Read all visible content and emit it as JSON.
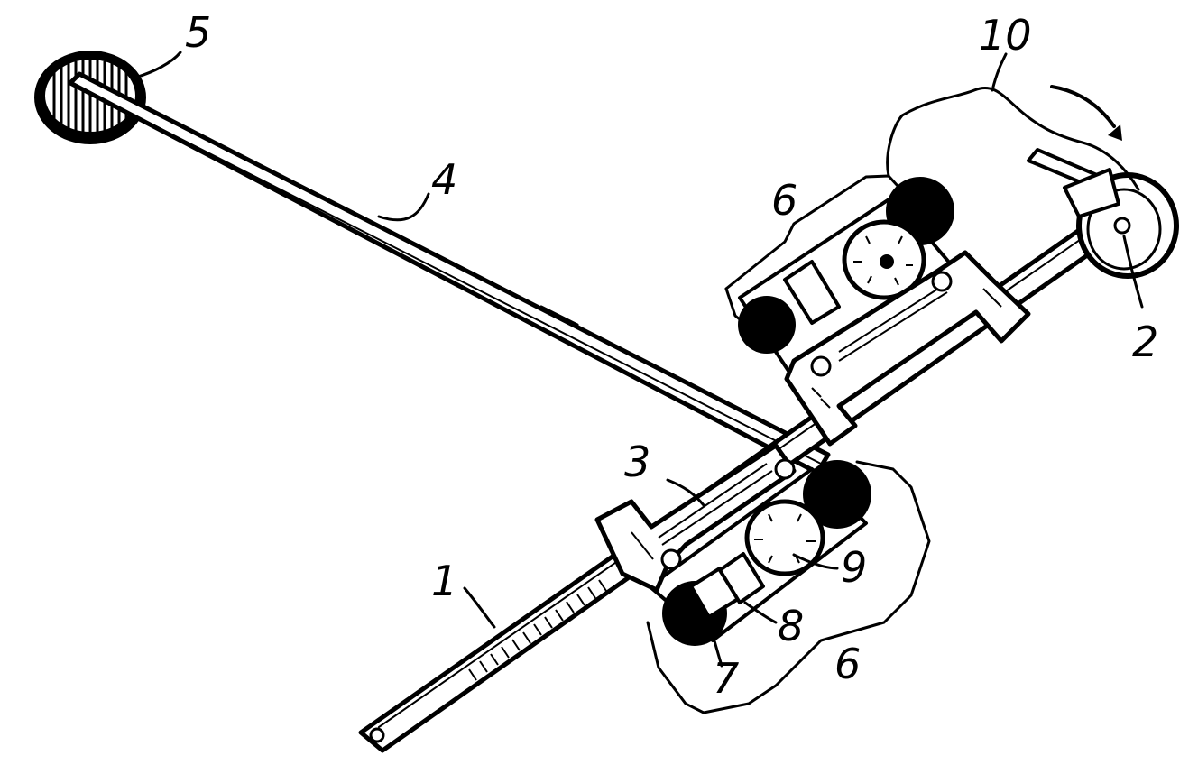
{
  "labels": {
    "l1": "1",
    "l2": "2",
    "l3": "3",
    "l4": "4",
    "l5": "5",
    "l6a": "6",
    "l6b": "6",
    "l7": "7",
    "l8": "8",
    "l9": "9",
    "l10": "10"
  },
  "colors": {
    "ink": "#000000",
    "paper": "#ffffff"
  }
}
